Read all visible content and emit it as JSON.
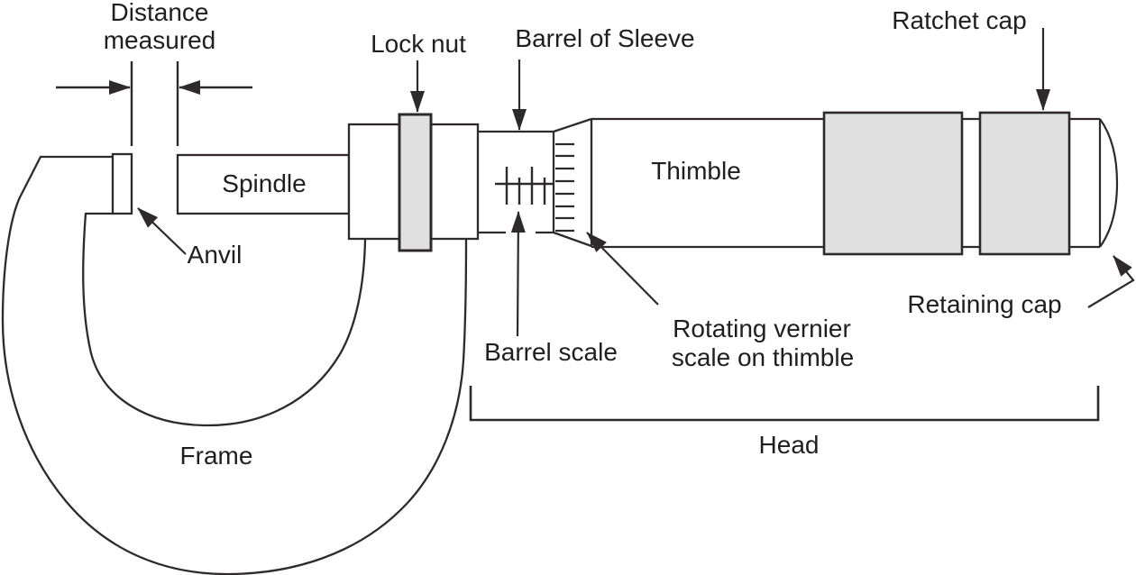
{
  "diagram": {
    "type": "labeled-line-diagram",
    "subject": "Micrometer screw gauge parts",
    "colors": {
      "background": "#ffffff",
      "stroke": "#2e2a2b",
      "gray_fill": "#e0e0e0",
      "text": "#211e1f"
    },
    "labels": {
      "distance_measured": [
        "Distance",
        "measured"
      ],
      "lock_nut": "Lock nut",
      "barrel_of_sleeve": "Barrel of Sleeve",
      "ratchet_cap": "Ratchet cap",
      "spindle": "Spindle",
      "anvil": "Anvil",
      "thimble": "Thimble",
      "retaining_cap": "Retaining cap",
      "barrel_scale": "Barrel scale",
      "rotating_vernier": [
        "Rotating vernier",
        "scale on thimble"
      ],
      "frame": "Frame",
      "head": "Head"
    }
  }
}
